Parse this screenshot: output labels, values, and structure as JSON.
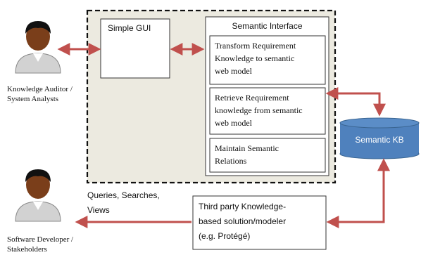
{
  "actors": [
    {
      "label": "Knowledge Auditor /\nSystem Analysts",
      "icon": "person-icon"
    },
    {
      "label": "Software Developer /\nStakeholders",
      "icon": "person-icon"
    }
  ],
  "simple_gui": {
    "label": "Simple GUI"
  },
  "semantic_interface": {
    "title": "Semantic Interface",
    "steps": [
      "Transform Requirement\nKnowledge to semantic\nweb model",
      "Retrieve Requirement\nknowledge from semantic\nweb model",
      "Maintain Semantic\nRelations"
    ]
  },
  "semantic_kb": {
    "label": "Semantic KB",
    "color": "#4f81bd"
  },
  "queries_label": "Queries, Searches,\nViews",
  "third_party": {
    "label": "Third party Knowledge-\nbased solution/modeler\n(e.g. Protégé)"
  },
  "colors": {
    "arrow": "#c0504d",
    "container_bg": "#eceae0",
    "skin": "#7a3e1a",
    "shirt": "#d2d2d2"
  }
}
